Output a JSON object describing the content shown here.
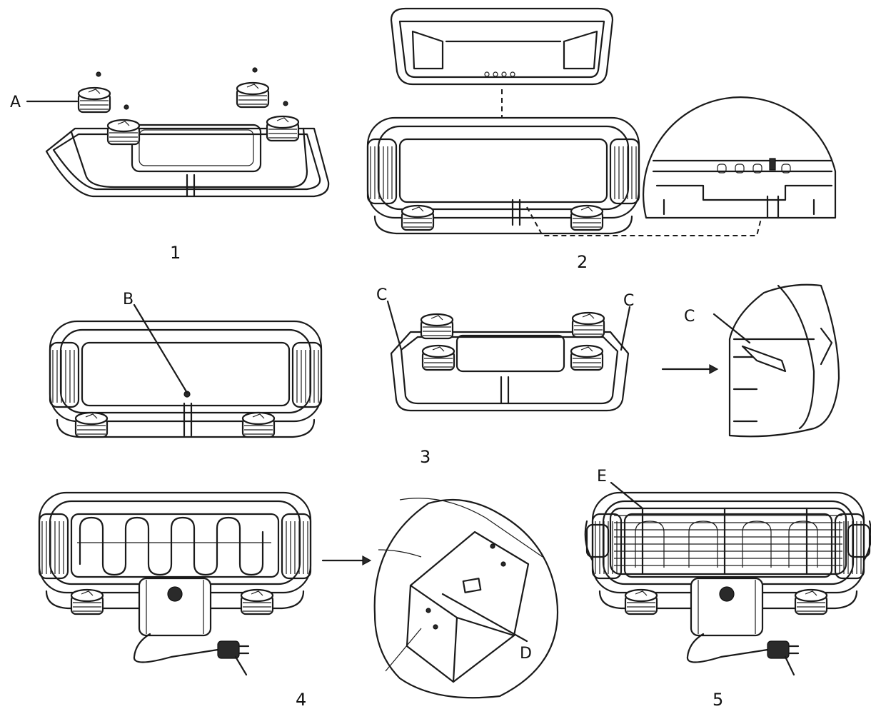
{
  "callouts": {
    "a": "A",
    "b": "B",
    "c_left": "C",
    "c_right": "C",
    "c_detail": "C",
    "d": "D",
    "e": "E"
  },
  "steps": {
    "step1": "1",
    "step2": "2",
    "step3": "3",
    "step4": "4",
    "step5": "5"
  }
}
